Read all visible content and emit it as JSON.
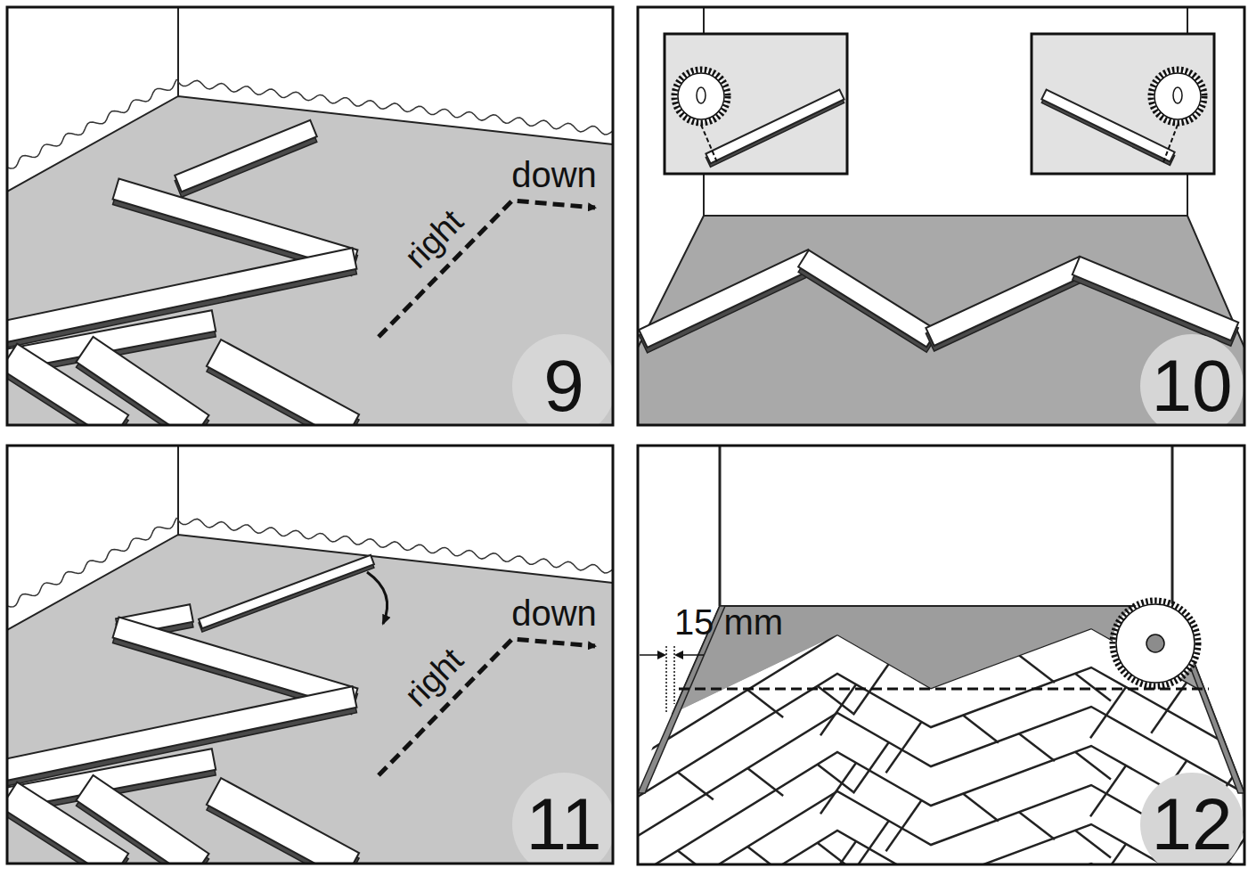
{
  "diagram": {
    "labels": [
      "right",
      "down",
      "9",
      "10",
      "right",
      "down",
      "11",
      "15 mm",
      "12"
    ]
  }
}
